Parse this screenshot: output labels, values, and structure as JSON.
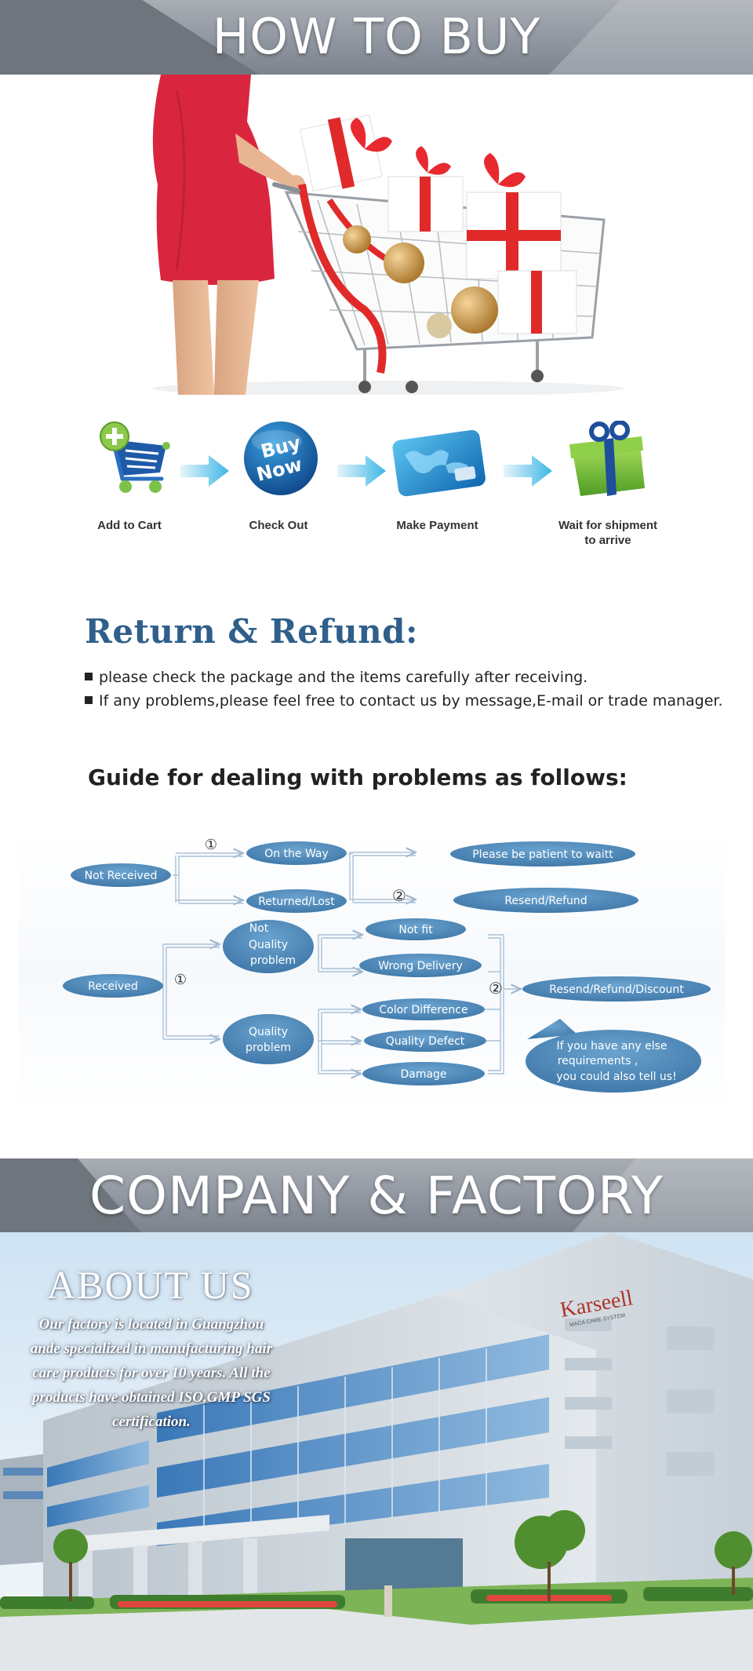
{
  "how_to_buy": {
    "banner_title": "HOW TO BUY"
  },
  "steps": [
    {
      "label": "Add to Cart",
      "icon": "add-to-cart-icon"
    },
    {
      "label": "Check Out",
      "icon": "buy-now-icon",
      "badge_line1": "Buy",
      "badge_line2": "Now"
    },
    {
      "label": "Make Payment",
      "icon": "credit-card-icon"
    },
    {
      "label": "Wait for shipment",
      "label_line2": "to arrive",
      "icon": "gift-box-icon"
    }
  ],
  "return_refund": {
    "title": "Return & Refund:",
    "lines": [
      "please check the package and the items carefully after receiving.",
      "If any problems,please feel free to contact us by message,E-mail or trade manager."
    ]
  },
  "guide": {
    "title": "Guide for dealing with problems as follows:"
  },
  "flowchart": {
    "not_received": "Not Received",
    "on_the_way": "On the Way",
    "returned_lost": "Returned/Lost",
    "be_patient": "Please be patient to waitt",
    "resend_refund": "Resend/Refund",
    "received": "Received",
    "not_quality_l1": "Not",
    "not_quality_l2": "Quality",
    "not_quality_l3": "problem",
    "not_fit": "Not fit",
    "wrong_delivery": "Wrong Delivery",
    "quality_l1": "Quality",
    "quality_l2": "problem",
    "color_difference": "Color Difference",
    "quality_defect": "Quality Defect",
    "damage": "Damage",
    "resend_refund_discount": "Resend/Refund/Discount",
    "bubble_l1": "If you have any else",
    "bubble_l2": "requirements ,",
    "bubble_l3": "you could also tell us!",
    "marker_1": "①",
    "marker_2": "②"
  },
  "company": {
    "banner_title": "COMPANY & FACTORY",
    "about_title": "ABOUT US",
    "about_lines": [
      "Our factory is located in Guangzhou",
      "ande specialized in manufacturing hair",
      "care products for over 10 years. All the",
      "products have obtained ISO,GMP SGS",
      "certification."
    ],
    "building_sign": "Karseell",
    "building_sign_sub": "MACA CARE SYSTEM"
  },
  "colors": {
    "accent_blue": "#2f5f8a",
    "bubble_blue": "#4a85b5",
    "banner_grey": "#9096a0"
  }
}
